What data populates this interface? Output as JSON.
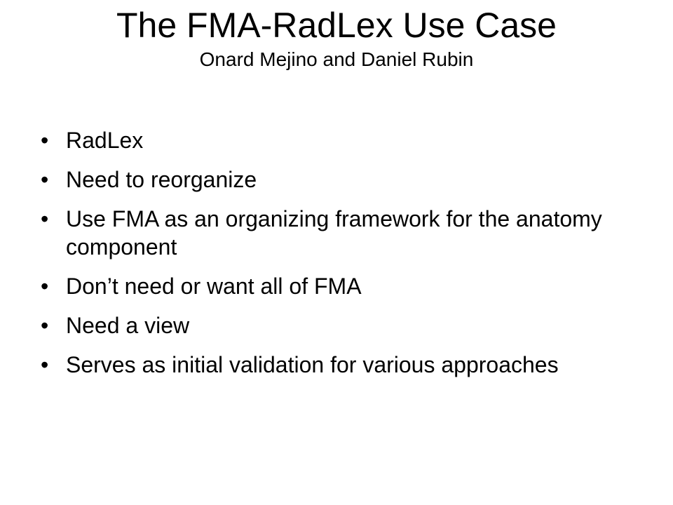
{
  "slide": {
    "title": "The FMA-RadLex Use Case",
    "subtitle": "Onard Mejino and Daniel Rubin",
    "bullet_glyph": "•",
    "bullets": [
      "RadLex",
      "Need to reorganize",
      "Use FMA as an organizing framework for the anatomy component",
      "Don’t need or want all of FMA",
      "Need a view",
      "Serves as initial validation for various approaches"
    ]
  }
}
